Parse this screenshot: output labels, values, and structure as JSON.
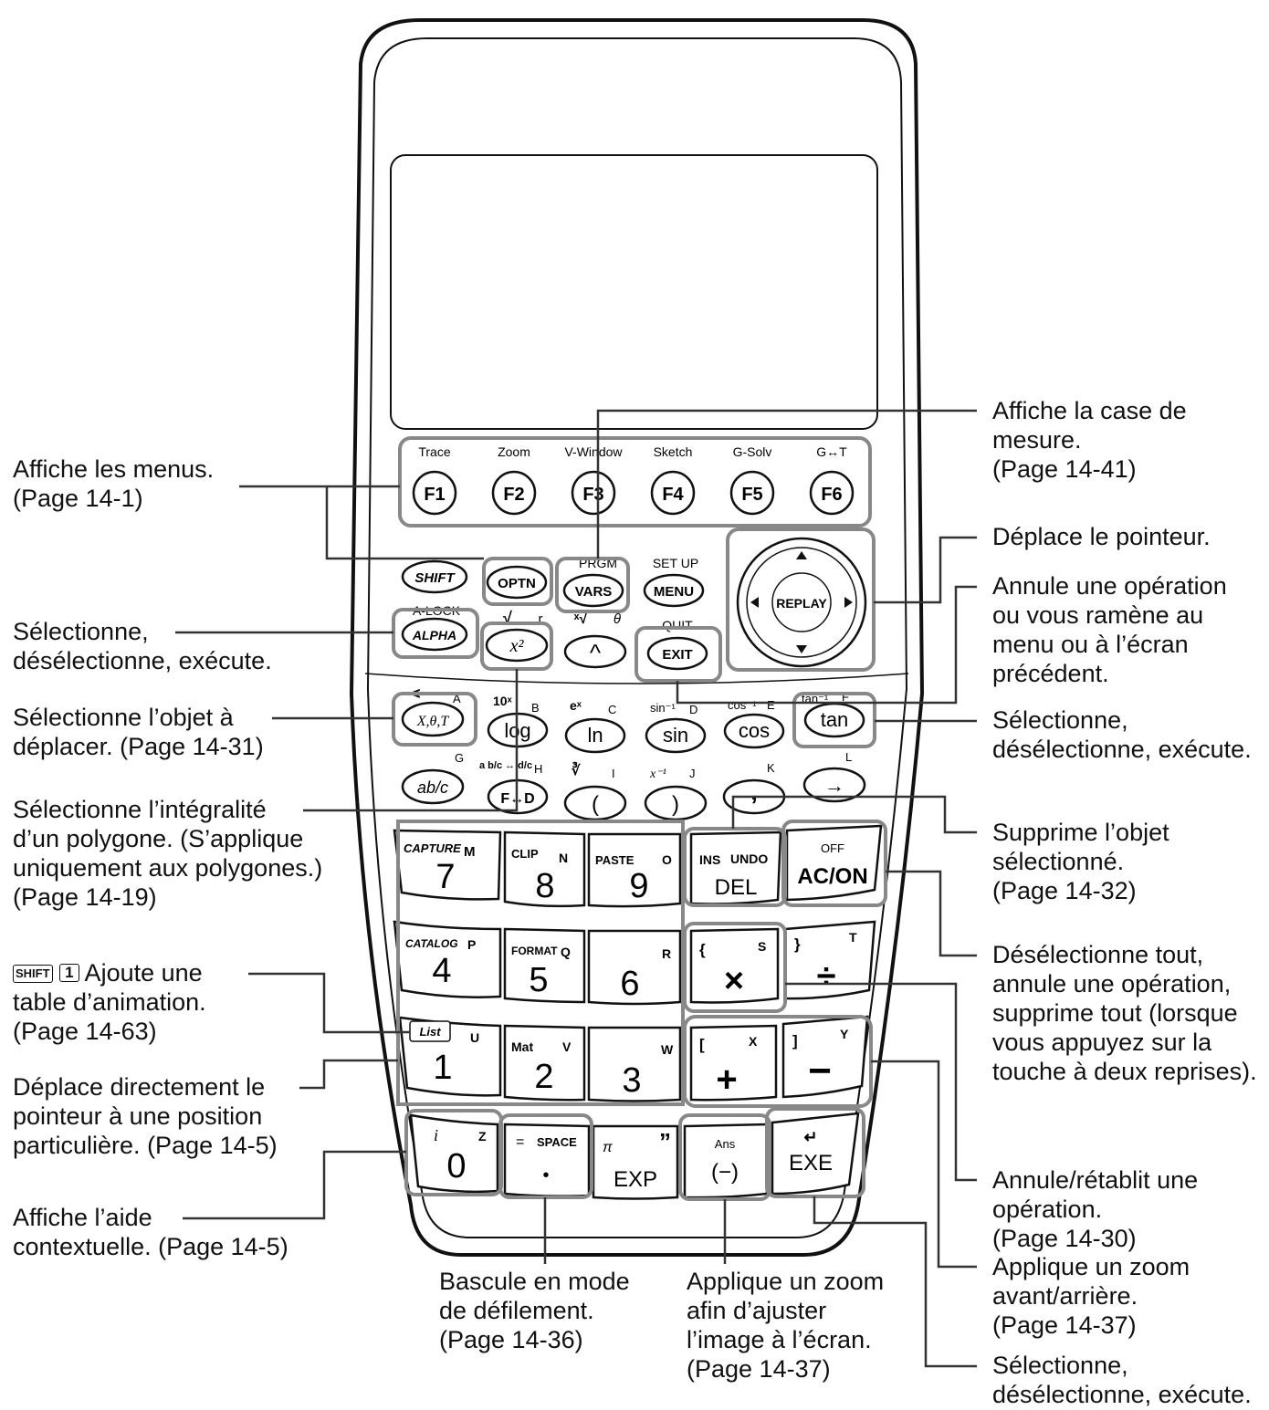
{
  "calculator": {
    "function_keys": [
      {
        "label": "F1",
        "sub": "Trace"
      },
      {
        "label": "F2",
        "sub": "Zoom"
      },
      {
        "label": "F3",
        "sub": "V-Window"
      },
      {
        "label": "F4",
        "sub": "Sketch"
      },
      {
        "label": "F5",
        "sub": "G-Solv"
      },
      {
        "label": "F6",
        "sub": "G↔T"
      }
    ],
    "keys": {
      "shift": "SHIFT",
      "optn": "OPTN",
      "vars": "VARS",
      "menu": "MENU",
      "prgm": "PRGM",
      "setup": "SET UP",
      "alock": "A-LOCK",
      "alpha": "ALPHA",
      "square": "x²",
      "sqrt": "√",
      "r": "r",
      "caret": "^",
      "xroot": "ˣ√",
      "theta": "θ",
      "quit": "QUIT",
      "exit": "EXIT",
      "replay": "REPLAY",
      "xtheta": "X,θ,T",
      "log": "log",
      "ln": "ln",
      "sin": "sin",
      "cos": "cos",
      "tan": "tan",
      "lt": "<",
      "A": "A",
      "ten_x": "10ˣ",
      "B": "B",
      "e_x": "eˣ",
      "C": "C",
      "asin": "sin⁻¹",
      "D": "D",
      "acos": "cos⁻¹",
      "E": "E",
      "atan": "tan⁻¹",
      "F": "F",
      "abc": "ab/c",
      "fd": "F↔D",
      "lparen": "(",
      "rparen": ")",
      "comma": ",",
      "arrow": "→",
      "G": "G",
      "H": "H",
      "cbrt": "∛",
      "I": "I",
      "inv": "x⁻¹",
      "J": "J",
      "K": "K",
      "L": "L",
      "mixed": "a b/c ↔ d/c",
      "capture": "CAPTURE",
      "M": "M",
      "seven": "7",
      "clip": "CLIP",
      "N": "N",
      "eight": "8",
      "paste": "PASTE",
      "O": "O",
      "nine": "9",
      "ins": "INS",
      "undo": "UNDO",
      "del": "DEL",
      "off": "OFF",
      "acon": "AC/ON",
      "catalog": "CATALOG",
      "P": "P",
      "four": "4",
      "format": "FORMAT",
      "Q": "Q",
      "five": "5",
      "R": "R",
      "six": "6",
      "lbrace": "{",
      "S": "S",
      "times": "×",
      "rbrace": "}",
      "T": "T",
      "div": "÷",
      "list": "List",
      "U": "U",
      "one": "1",
      "mat": "Mat",
      "V": "V",
      "two": "2",
      "W": "W",
      "three": "3",
      "lbracket": "[",
      "X": "X",
      "plus": "+",
      "rbracket": "]",
      "Y": "Y",
      "minus": "−",
      "i": "i",
      "Z": "Z",
      "zero": "0",
      "eq": "=",
      "space": "SPACE",
      "dot": "•",
      "pi": "π",
      "quote": "”",
      "exp": "EXP",
      "ans": "Ans",
      "neg": "(−)",
      "enter": "↵",
      "exe": "EXE"
    }
  },
  "annotations": {
    "menus": [
      "Affiche les menus.",
      "(Page 14-1)"
    ],
    "select_left": [
      "Sélectionne,",
      "désélectionne, exécute."
    ],
    "select_object": [
      "Sélectionne l’objet à",
      "déplacer. (Page 14-31)"
    ],
    "polygon": [
      "Sélectionne l’intégralité",
      "d’un polygone. (S’applique",
      "uniquement aux polygones.)",
      "(Page 14-19)"
    ],
    "animation_keys": {
      "shift": "SHIFT",
      "one": "1"
    },
    "animation": [
      " Ajoute une",
      "table d’animation.",
      "(Page 14-63)"
    ],
    "move_pointer": [
      "Déplace directement le",
      "pointeur à une position",
      "particulière. (Page 14-5)"
    ],
    "help": [
      "Affiche l’aide",
      "contextuelle. (Page 14-5)"
    ],
    "scroll": [
      "Bascule en mode",
      "de défilement.",
      "(Page 14-36)"
    ],
    "fit": [
      "Applique un zoom",
      "afin d’ajuster",
      "l’image à l’écran.",
      "(Page 14-37)"
    ],
    "measure": [
      "Affiche la case de",
      "mesure.",
      "(Page 14-41)"
    ],
    "pointer": [
      "Déplace le pointeur."
    ],
    "cancel": [
      "Annule une opération",
      "ou vous ramène au",
      "menu ou à l’écran",
      "précédent."
    ],
    "select_right": [
      "Sélectionne,",
      "désélectionne, exécute."
    ],
    "delete": [
      "Supprime l’objet",
      "sélectionné.",
      "(Page 14-32)"
    ],
    "deselect_all": [
      "Désélectionne tout,",
      "annule une opération,",
      "supprime tout (lorsque",
      "vous appuyez sur la",
      "touche à deux reprises)."
    ],
    "undo": [
      "Annule/rétablit une",
      "opération.",
      "(Page 14-30)"
    ],
    "zoom": [
      "Applique un zoom",
      "avant/arrière.",
      "(Page 14-37)"
    ],
    "select_bottom": [
      "Sélectionne,",
      "désélectionne, exécute."
    ]
  }
}
